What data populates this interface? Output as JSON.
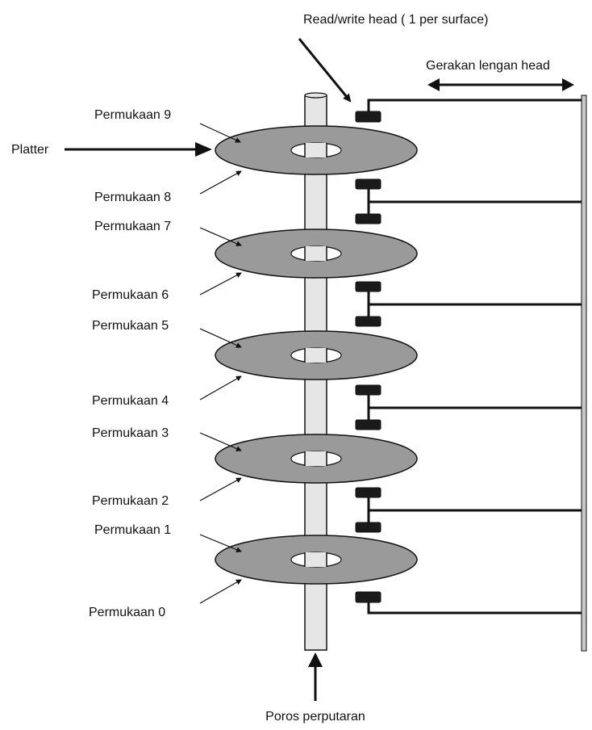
{
  "labels": {
    "rw_head": "Read/write head ( 1 per surface)",
    "arm_motion": "Gerakan lengan head",
    "platter": "Platter",
    "spindle": "Poros perputaran"
  },
  "surfaces": [
    "Permukaan 0",
    "Permukaan 1",
    "Permukaan 2",
    "Permukaan 3",
    "Permukaan 4",
    "Permukaan 5",
    "Permukaan 6",
    "Permukaan 7",
    "Permukaan 8",
    "Permukaan 9"
  ],
  "colors": {
    "platter_fill": "#9a9a9a",
    "spindle_fill": "#e6e6e6",
    "line": "#111111",
    "head": "#1a1a1a"
  }
}
